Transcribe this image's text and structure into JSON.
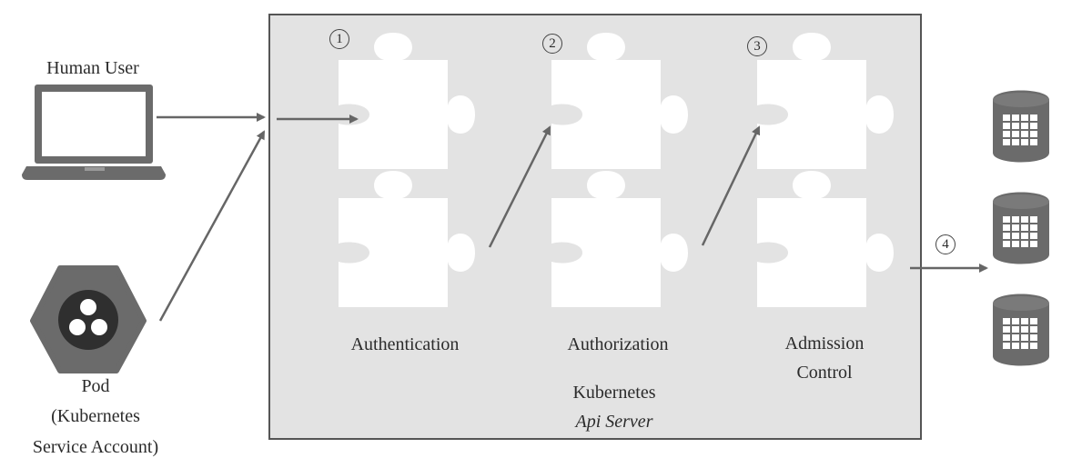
{
  "actors": {
    "human_user": "Human User",
    "pod_lines": [
      "Pod",
      "(Kubernetes",
      "Service Account)"
    ]
  },
  "server": {
    "name_line1": "Kubernetes",
    "name_line2": "Api Server"
  },
  "stages": [
    {
      "number": "1",
      "label": "Authentication"
    },
    {
      "number": "2",
      "label": "Authorization"
    },
    {
      "number": "3",
      "label_lines": [
        "Admission",
        "Control"
      ]
    },
    {
      "number": "4"
    }
  ],
  "icons": {
    "user": "laptop-icon",
    "pod": "pod-hexagon-icon",
    "stage": "puzzle-piece-icon",
    "storage": "database-icon"
  },
  "colors": {
    "panel_fill": "#e3e3e3",
    "panel_border": "#555555",
    "icon_gray": "#6b6b6b",
    "arrow": "#666666",
    "puzzle": "#ffffff"
  }
}
